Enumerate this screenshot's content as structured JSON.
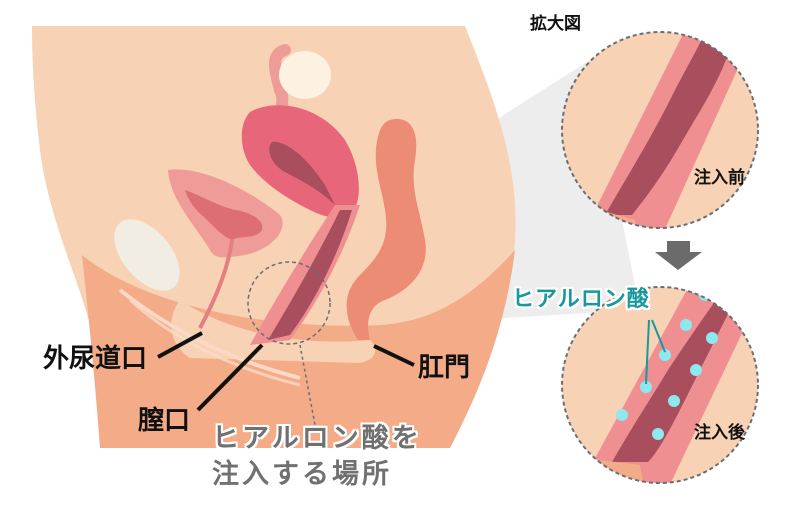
{
  "labels": {
    "enlarged_view": "拡大図",
    "urethral_opening": "外尿道口",
    "vaginal_opening": "膣口",
    "anus": "肛門",
    "injection_site_line1": "ヒアルロン酸を",
    "injection_site_line2": "注入する場所",
    "hyaluronic_acid": "ヒアルロン酸",
    "before_injection": "注入前",
    "after_injection": "注入後"
  },
  "colors": {
    "skin_light": "#f8d2b5",
    "skin_dark": "#f3ab88",
    "uterus": "#e8667a",
    "uterus_inner": "#a84e5c",
    "bladder": "#ef9c98",
    "bladder_inner": "#dd6e72",
    "rectum": "#ec8c74",
    "vaginal_wall": "#ef8f92",
    "hyaluronic_dot": "#8ee8ef",
    "label_teal": "#17999c",
    "label_gray": "#707070",
    "arrow": "#6b6b6b"
  },
  "icons": {
    "down_arrow": "down-arrow-icon",
    "magnifier_circle": "dashed-circle-icon"
  }
}
